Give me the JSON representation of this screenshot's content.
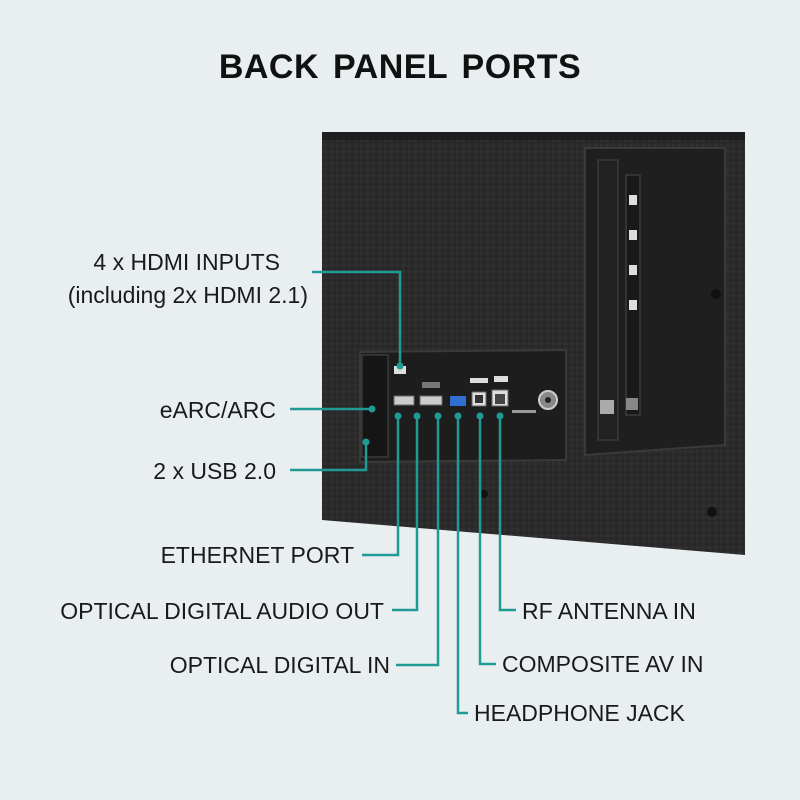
{
  "title": "BACK PANEL  PORTS",
  "accent_color": "#1f9a94",
  "labels": {
    "hdmi_line1": "4 x HDMI INPUTS",
    "hdmi_line2": "(including 2x HDMI 2.1)",
    "earc": "eARC/ARC",
    "usb": "2 x USB 2.0",
    "ethernet": "ETHERNET PORT",
    "optical_out": "OPTICAL DIGITAL AUDIO OUT",
    "optical_in": "OPTICAL DIGITAL IN",
    "headphone": "HEADPHONE JACK",
    "composite": "COMPOSITE AV IN",
    "rf": "RF ANTENNA IN"
  }
}
